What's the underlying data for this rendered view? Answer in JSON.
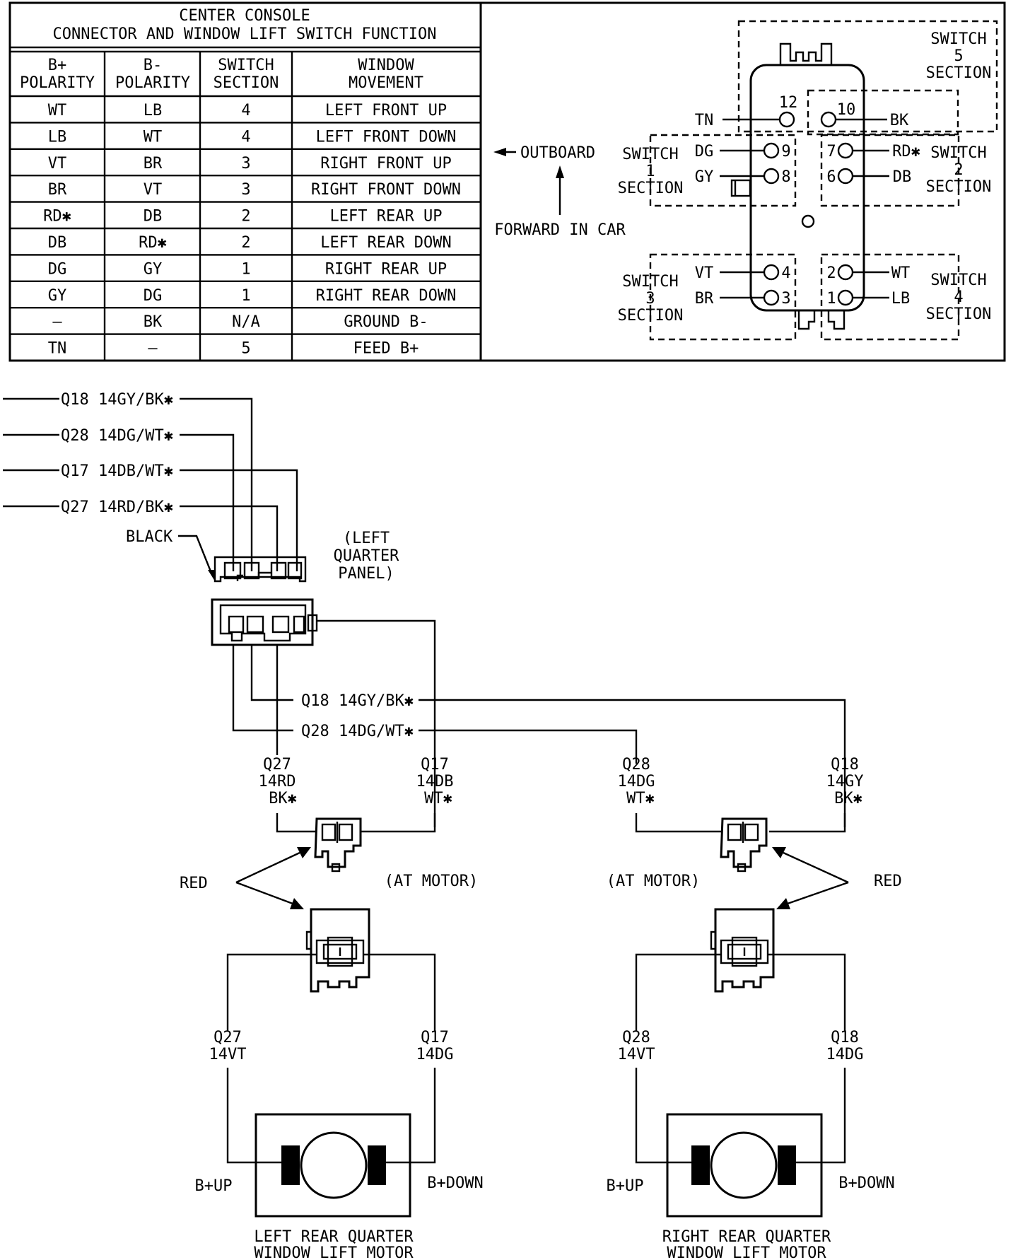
{
  "table": {
    "title_line1": "CENTER CONSOLE",
    "title_line2": "CONNECTOR AND WINDOW LIFT SWITCH FUNCTION",
    "headers": [
      [
        "B+",
        "POLARITY"
      ],
      [
        "B-",
        "POLARITY"
      ],
      [
        "SWITCH",
        "SECTION"
      ],
      [
        "WINDOW",
        "MOVEMENT"
      ]
    ],
    "rows": [
      [
        "WT",
        "LB",
        "4",
        "LEFT FRONT UP"
      ],
      [
        "LB",
        "WT",
        "4",
        "LEFT FRONT DOWN"
      ],
      [
        "VT",
        "BR",
        "3",
        "RIGHT FRONT UP"
      ],
      [
        "BR",
        "VT",
        "3",
        "RIGHT FRONT DOWN"
      ],
      [
        "RD✱",
        "DB",
        "2",
        "LEFT REAR UP"
      ],
      [
        "DB",
        "RD✱",
        "2",
        "LEFT REAR DOWN"
      ],
      [
        "DG",
        "GY",
        "1",
        "RIGHT REAR UP"
      ],
      [
        "GY",
        "DG",
        "1",
        "RIGHT REAR DOWN"
      ],
      [
        "—",
        "BK",
        "N/A",
        "GROUND B-"
      ],
      [
        "TN",
        "—",
        "5",
        "FEED B+"
      ]
    ]
  },
  "connector_view": {
    "outboard": "OUTBOARD",
    "forward": "FORWARD IN CAR",
    "switch_word": "SWITCH",
    "section_word": "SECTION",
    "sections": [
      {
        "number": "5"
      },
      {
        "number": "1"
      },
      {
        "number": "2"
      },
      {
        "number": "3"
      },
      {
        "number": "4"
      }
    ],
    "pins": [
      {
        "num": "12",
        "wire": "TN"
      },
      {
        "num": "10",
        "wire": "BK"
      },
      {
        "num": "9",
        "wire": "DG"
      },
      {
        "num": "8",
        "wire": "GY"
      },
      {
        "num": "7",
        "wire": "RD✱"
      },
      {
        "num": "6",
        "wire": "DB"
      },
      {
        "num": "4",
        "wire": "VT"
      },
      {
        "num": "3",
        "wire": "BR"
      },
      {
        "num": "2",
        "wire": "WT"
      },
      {
        "num": "1",
        "wire": "LB"
      }
    ]
  },
  "harness": {
    "input_wires": [
      "Q18  14GY/BK✱",
      "Q28  14DG/WT✱",
      "Q17  14DB/WT✱",
      "Q27  14RD/BK✱"
    ],
    "black_label": "BLACK",
    "quarter_panel": [
      "(LEFT",
      "QUARTER",
      "PANEL)"
    ],
    "mid_wires": [
      "Q18  14GY/BK✱",
      "Q28  14DG/WT✱"
    ],
    "left_labels": {
      "q27": [
        "Q27",
        "14RD",
        "BK✱"
      ],
      "q17": [
        "Q17",
        "14DB",
        "WT✱"
      ],
      "q27_motor": [
        "Q27",
        "14VT"
      ],
      "q17_motor": [
        "Q17",
        "14DG"
      ]
    },
    "right_labels": {
      "q28": [
        "Q28",
        "14DG",
        "WT✱"
      ],
      "q18": [
        "Q18",
        "14GY",
        "BK✱"
      ],
      "q28_motor": [
        "Q28",
        "14VT"
      ],
      "q18_motor": [
        "Q18",
        "14DG"
      ]
    },
    "red_label": "RED",
    "at_motor": "(AT MOTOR)",
    "b_up": "B+UP",
    "b_down": "B+DOWN",
    "left_motor": [
      "LEFT REAR QUARTER",
      "WINDOW LIFT MOTOR"
    ],
    "right_motor": [
      "RIGHT REAR QUARTER",
      "WINDOW LIFT MOTOR"
    ]
  }
}
